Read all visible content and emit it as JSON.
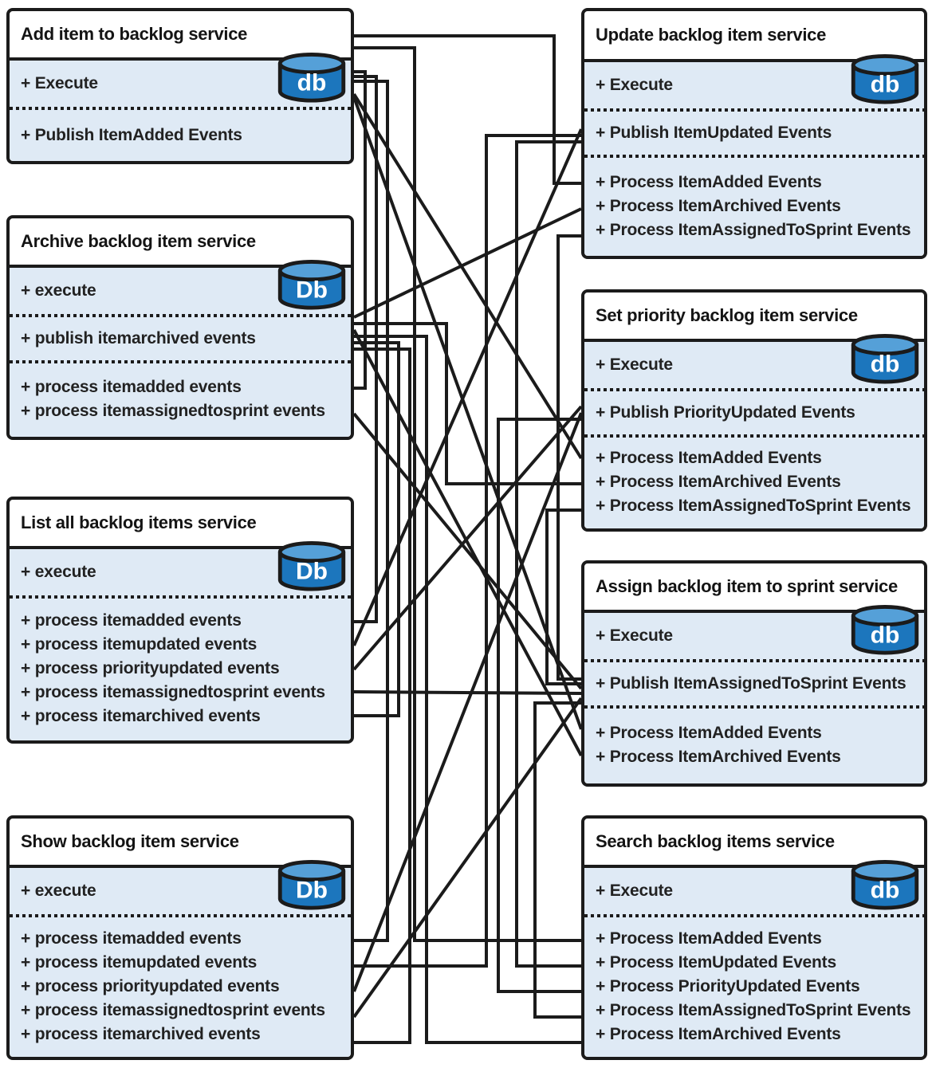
{
  "services": [
    {
      "id": "add-item",
      "title": "Add item to backlog service",
      "db_label": "db",
      "compartments": [
        [
          "+ Execute"
        ],
        [
          "+ Publish ItemAdded Events"
        ]
      ]
    },
    {
      "id": "archive",
      "title": "Archive backlog item service",
      "db_label": "Db",
      "compartments": [
        [
          "+ execute"
        ],
        [
          "+ publish itemarchived events"
        ],
        [
          "+ process itemadded events",
          "+ process itemassignedtosprint events"
        ]
      ]
    },
    {
      "id": "list-all",
      "title": "List all backlog items service",
      "db_label": "Db",
      "compartments": [
        [
          "+ execute"
        ],
        [
          "+ process itemadded events",
          "+ process itemupdated events",
          "+ process priorityupdated events",
          "+ process itemassignedtosprint events",
          "+ process itemarchived events"
        ]
      ]
    },
    {
      "id": "show",
      "title": "Show backlog item service",
      "db_label": "Db",
      "compartments": [
        [
          "+ execute"
        ],
        [
          "+ process itemadded events",
          "+ process itemupdated events",
          "+ process priorityupdated events",
          "+ process itemassignedtosprint events",
          "+ process itemarchived events"
        ]
      ]
    },
    {
      "id": "update",
      "title": "Update backlog item service",
      "db_label": "db",
      "compartments": [
        [
          "+ Execute"
        ],
        [
          "+ Publish ItemUpdated Events"
        ],
        [
          "+ Process ItemAdded Events",
          "+ Process ItemArchived Events",
          "+ Process ItemAssignedToSprint Events"
        ]
      ]
    },
    {
      "id": "set-priority",
      "title": "Set priority backlog item service",
      "db_label": "db",
      "compartments": [
        [
          "+ Execute"
        ],
        [
          "+ Publish PriorityUpdated Events"
        ],
        [
          "+ Process ItemAdded Events",
          "+ Process ItemArchived Events",
          "+ Process ItemAssignedToSprint Events"
        ]
      ]
    },
    {
      "id": "assign",
      "title": "Assign backlog item to sprint service",
      "db_label": "db",
      "compartments": [
        [
          "+ Execute"
        ],
        [
          "+ Publish ItemAssignedToSprint Events"
        ],
        [
          "+ Process ItemAdded Events",
          "+ Process ItemArchived Events"
        ]
      ]
    },
    {
      "id": "search",
      "title": "Search backlog items service",
      "db_label": "db",
      "compartments": [
        [
          "+ Execute"
        ],
        [
          "+ Process ItemAdded Events",
          "+ Process ItemUpdated Events",
          "+ Process PriorityUpdated Events",
          "+ Process ItemAssignedToSprint Events",
          "+ Process ItemArchived Events"
        ]
      ]
    }
  ],
  "connections": [
    {
      "event": "ItemAdded",
      "from": "Add item to backlog service",
      "to": "Update backlog item service"
    },
    {
      "event": "ItemAdded",
      "from": "Add item to backlog service",
      "to": "Set priority backlog item service"
    },
    {
      "event": "ItemAdded",
      "from": "Add item to backlog service",
      "to": "Assign backlog item to sprint service"
    },
    {
      "event": "ItemAdded",
      "from": "Add item to backlog service",
      "to": "Search backlog items service"
    },
    {
      "event": "ItemAdded",
      "from": "Add item to backlog service",
      "to": "Archive backlog item service"
    },
    {
      "event": "ItemAdded",
      "from": "Add item to backlog service",
      "to": "List all backlog items service"
    },
    {
      "event": "ItemAdded",
      "from": "Add item to backlog service",
      "to": "Show backlog item service"
    },
    {
      "event": "ItemArchived",
      "from": "Archive backlog item service",
      "to": "Update backlog item service"
    },
    {
      "event": "ItemArchived",
      "from": "Archive backlog item service",
      "to": "Set priority backlog item service"
    },
    {
      "event": "ItemArchived",
      "from": "Archive backlog item service",
      "to": "Assign backlog item to sprint service"
    },
    {
      "event": "ItemArchived",
      "from": "Archive backlog item service",
      "to": "Search backlog items service"
    },
    {
      "event": "ItemArchived",
      "from": "Archive backlog item service",
      "to": "List all backlog items service"
    },
    {
      "event": "ItemArchived",
      "from": "Archive backlog item service",
      "to": "Show backlog item service"
    },
    {
      "event": "ItemUpdated",
      "from": "Update backlog item service",
      "to": "List all backlog items service"
    },
    {
      "event": "ItemUpdated",
      "from": "Update backlog item service",
      "to": "Show backlog item service"
    },
    {
      "event": "ItemUpdated",
      "from": "Update backlog item service",
      "to": "Search backlog items service"
    },
    {
      "event": "PriorityUpdated",
      "from": "Set priority backlog item service",
      "to": "List all backlog items service"
    },
    {
      "event": "PriorityUpdated",
      "from": "Set priority backlog item service",
      "to": "Show backlog item service"
    },
    {
      "event": "PriorityUpdated",
      "from": "Set priority backlog item service",
      "to": "Search backlog items service"
    },
    {
      "event": "ItemAssignedToSprint",
      "from": "Assign backlog item to sprint service",
      "to": "Update backlog item service"
    },
    {
      "event": "ItemAssignedToSprint",
      "from": "Assign backlog item to sprint service",
      "to": "Set priority backlog item service"
    },
    {
      "event": "ItemAssignedToSprint",
      "from": "Assign backlog item to sprint service",
      "to": "Archive backlog item service"
    },
    {
      "event": "ItemAssignedToSprint",
      "from": "Assign backlog item to sprint service",
      "to": "List all backlog items service"
    },
    {
      "event": "ItemAssignedToSprint",
      "from": "Assign backlog item to sprint service",
      "to": "Show backlog item service"
    },
    {
      "event": "ItemAssignedToSprint",
      "from": "Assign backlog item to sprint service",
      "to": "Search backlog items service"
    }
  ],
  "colors": {
    "wire": "#1b1b1b",
    "title_fill": "#ffffff",
    "body_fill": "#dfeaf5",
    "db_body": "#1c76bd",
    "db_top": "#55a0d8",
    "db_text": "#ffffff"
  }
}
